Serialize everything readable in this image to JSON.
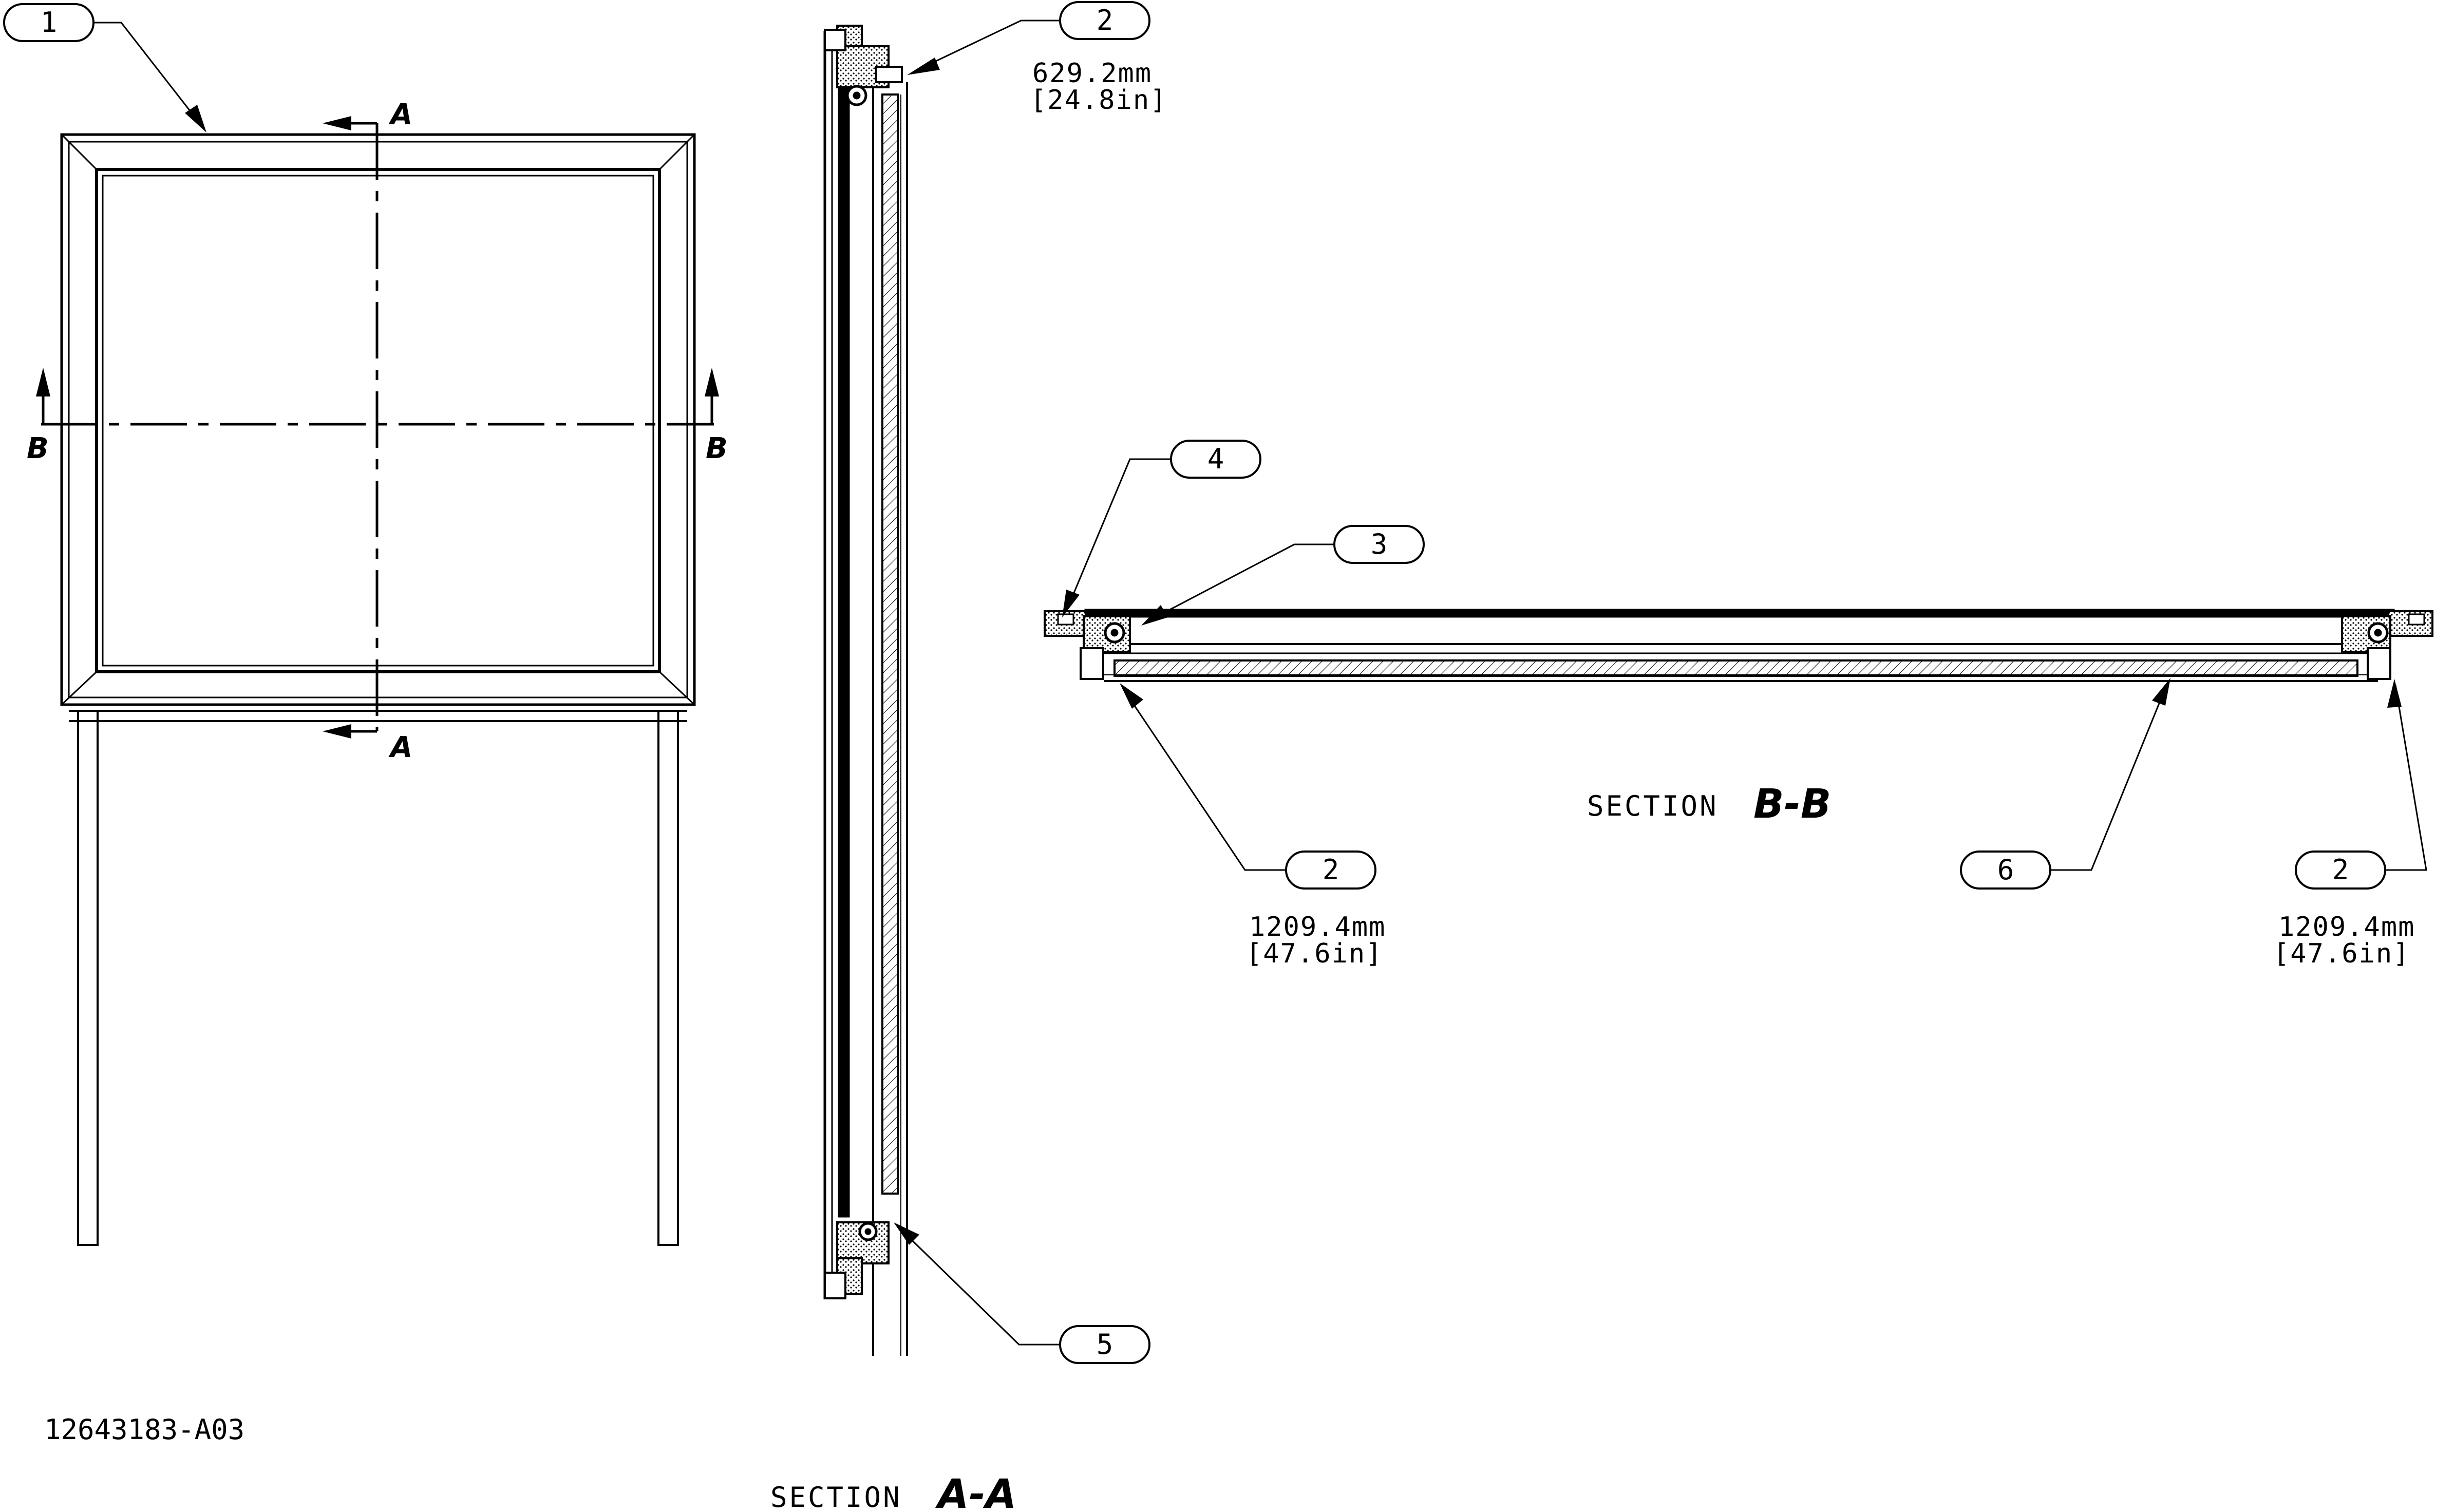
{
  "drawing": {
    "drawing_number": "12643183-A03",
    "section_labels": {
      "a_prefix": "SECTION",
      "a_letters": "A-A",
      "b_prefix": "SECTION",
      "b_letters": "B-B"
    },
    "cut_markers": {
      "a_top": "A",
      "a_bottom": "A",
      "b_left": "B",
      "b_right": "B"
    },
    "callouts": [
      {
        "id": "c1",
        "number": "1"
      },
      {
        "id": "c2_top",
        "number": "2",
        "dimension_mm": "629.2mm",
        "dimension_in": "[24.8in]"
      },
      {
        "id": "c4",
        "number": "4"
      },
      {
        "id": "c3",
        "number": "3"
      },
      {
        "id": "c2_left",
        "number": "2",
        "dimension_mm": "1209.4mm",
        "dimension_in": "[47.6in]"
      },
      {
        "id": "c6",
        "number": "6"
      },
      {
        "id": "c2_right",
        "number": "2",
        "dimension_mm": "1209.4mm",
        "dimension_in": "[47.6in]"
      },
      {
        "id": "c5",
        "number": "5"
      }
    ]
  }
}
